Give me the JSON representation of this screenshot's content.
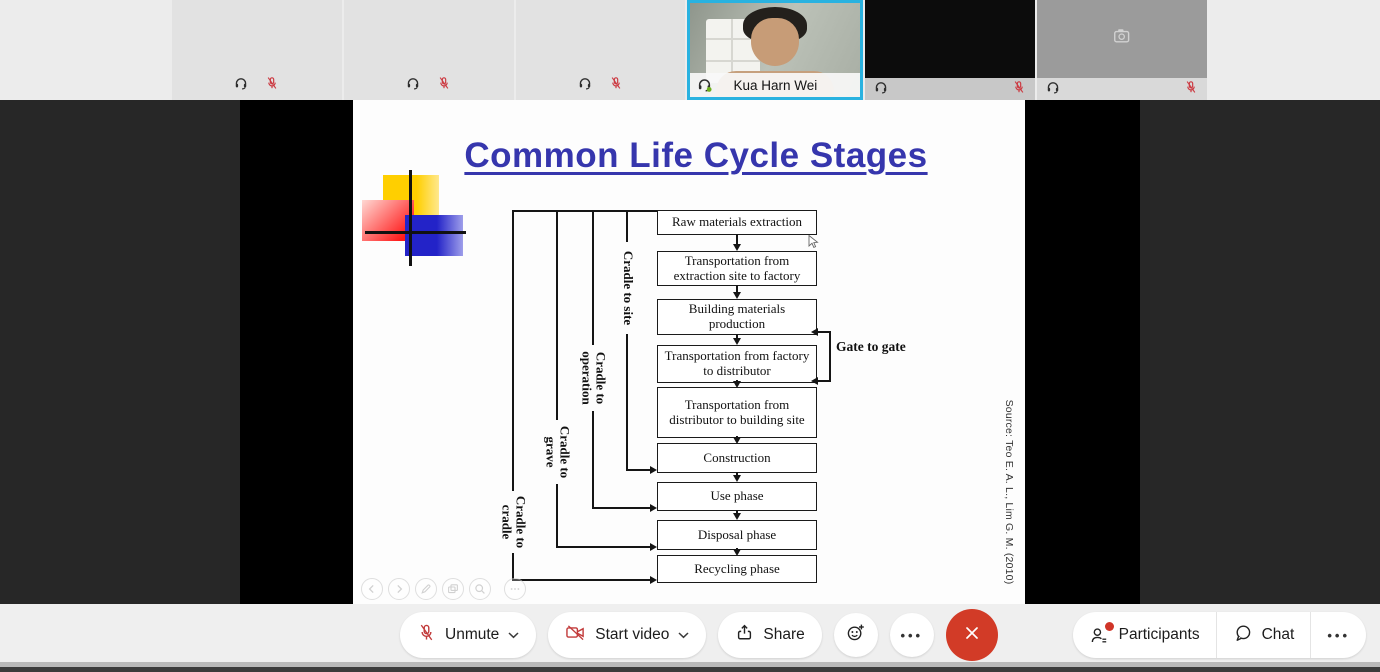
{
  "strip": {
    "active_participant": "Kua Harn Wei",
    "tile_count": 6
  },
  "slide": {
    "title": "Common Life Cycle Stages",
    "nodes": [
      "Raw materials extraction",
      "Transportation from extraction site to factory",
      "Building materials production",
      "Transportation from factory to distributor",
      "Transportation from distributor to building site",
      "Construction",
      "Use phase",
      "Disposal phase",
      "Recycling phase"
    ],
    "scopes": [
      "Cradle to site",
      "Cradle to operation",
      "Cradle to grave",
      "Cradle to cradle"
    ],
    "bracket_label": "Gate to gate",
    "source": "Source: Teo E. A. L., Lim G. M. (2010)"
  },
  "presenter_toolbar": {
    "icons": [
      "previous-slide",
      "next-slide",
      "pen",
      "slide-sorter",
      "zoom",
      "more"
    ]
  },
  "controls": {
    "unmute": "Unmute",
    "start_video": "Start video",
    "share": "Share",
    "participants": "Participants",
    "chat": "Chat"
  },
  "colors": {
    "active_tile_border": "#29b2e0",
    "muted_red": "#cc3a42",
    "leave_red": "#d23b27",
    "title_blue": "#3636ad",
    "notification_dot": "#d03528"
  }
}
